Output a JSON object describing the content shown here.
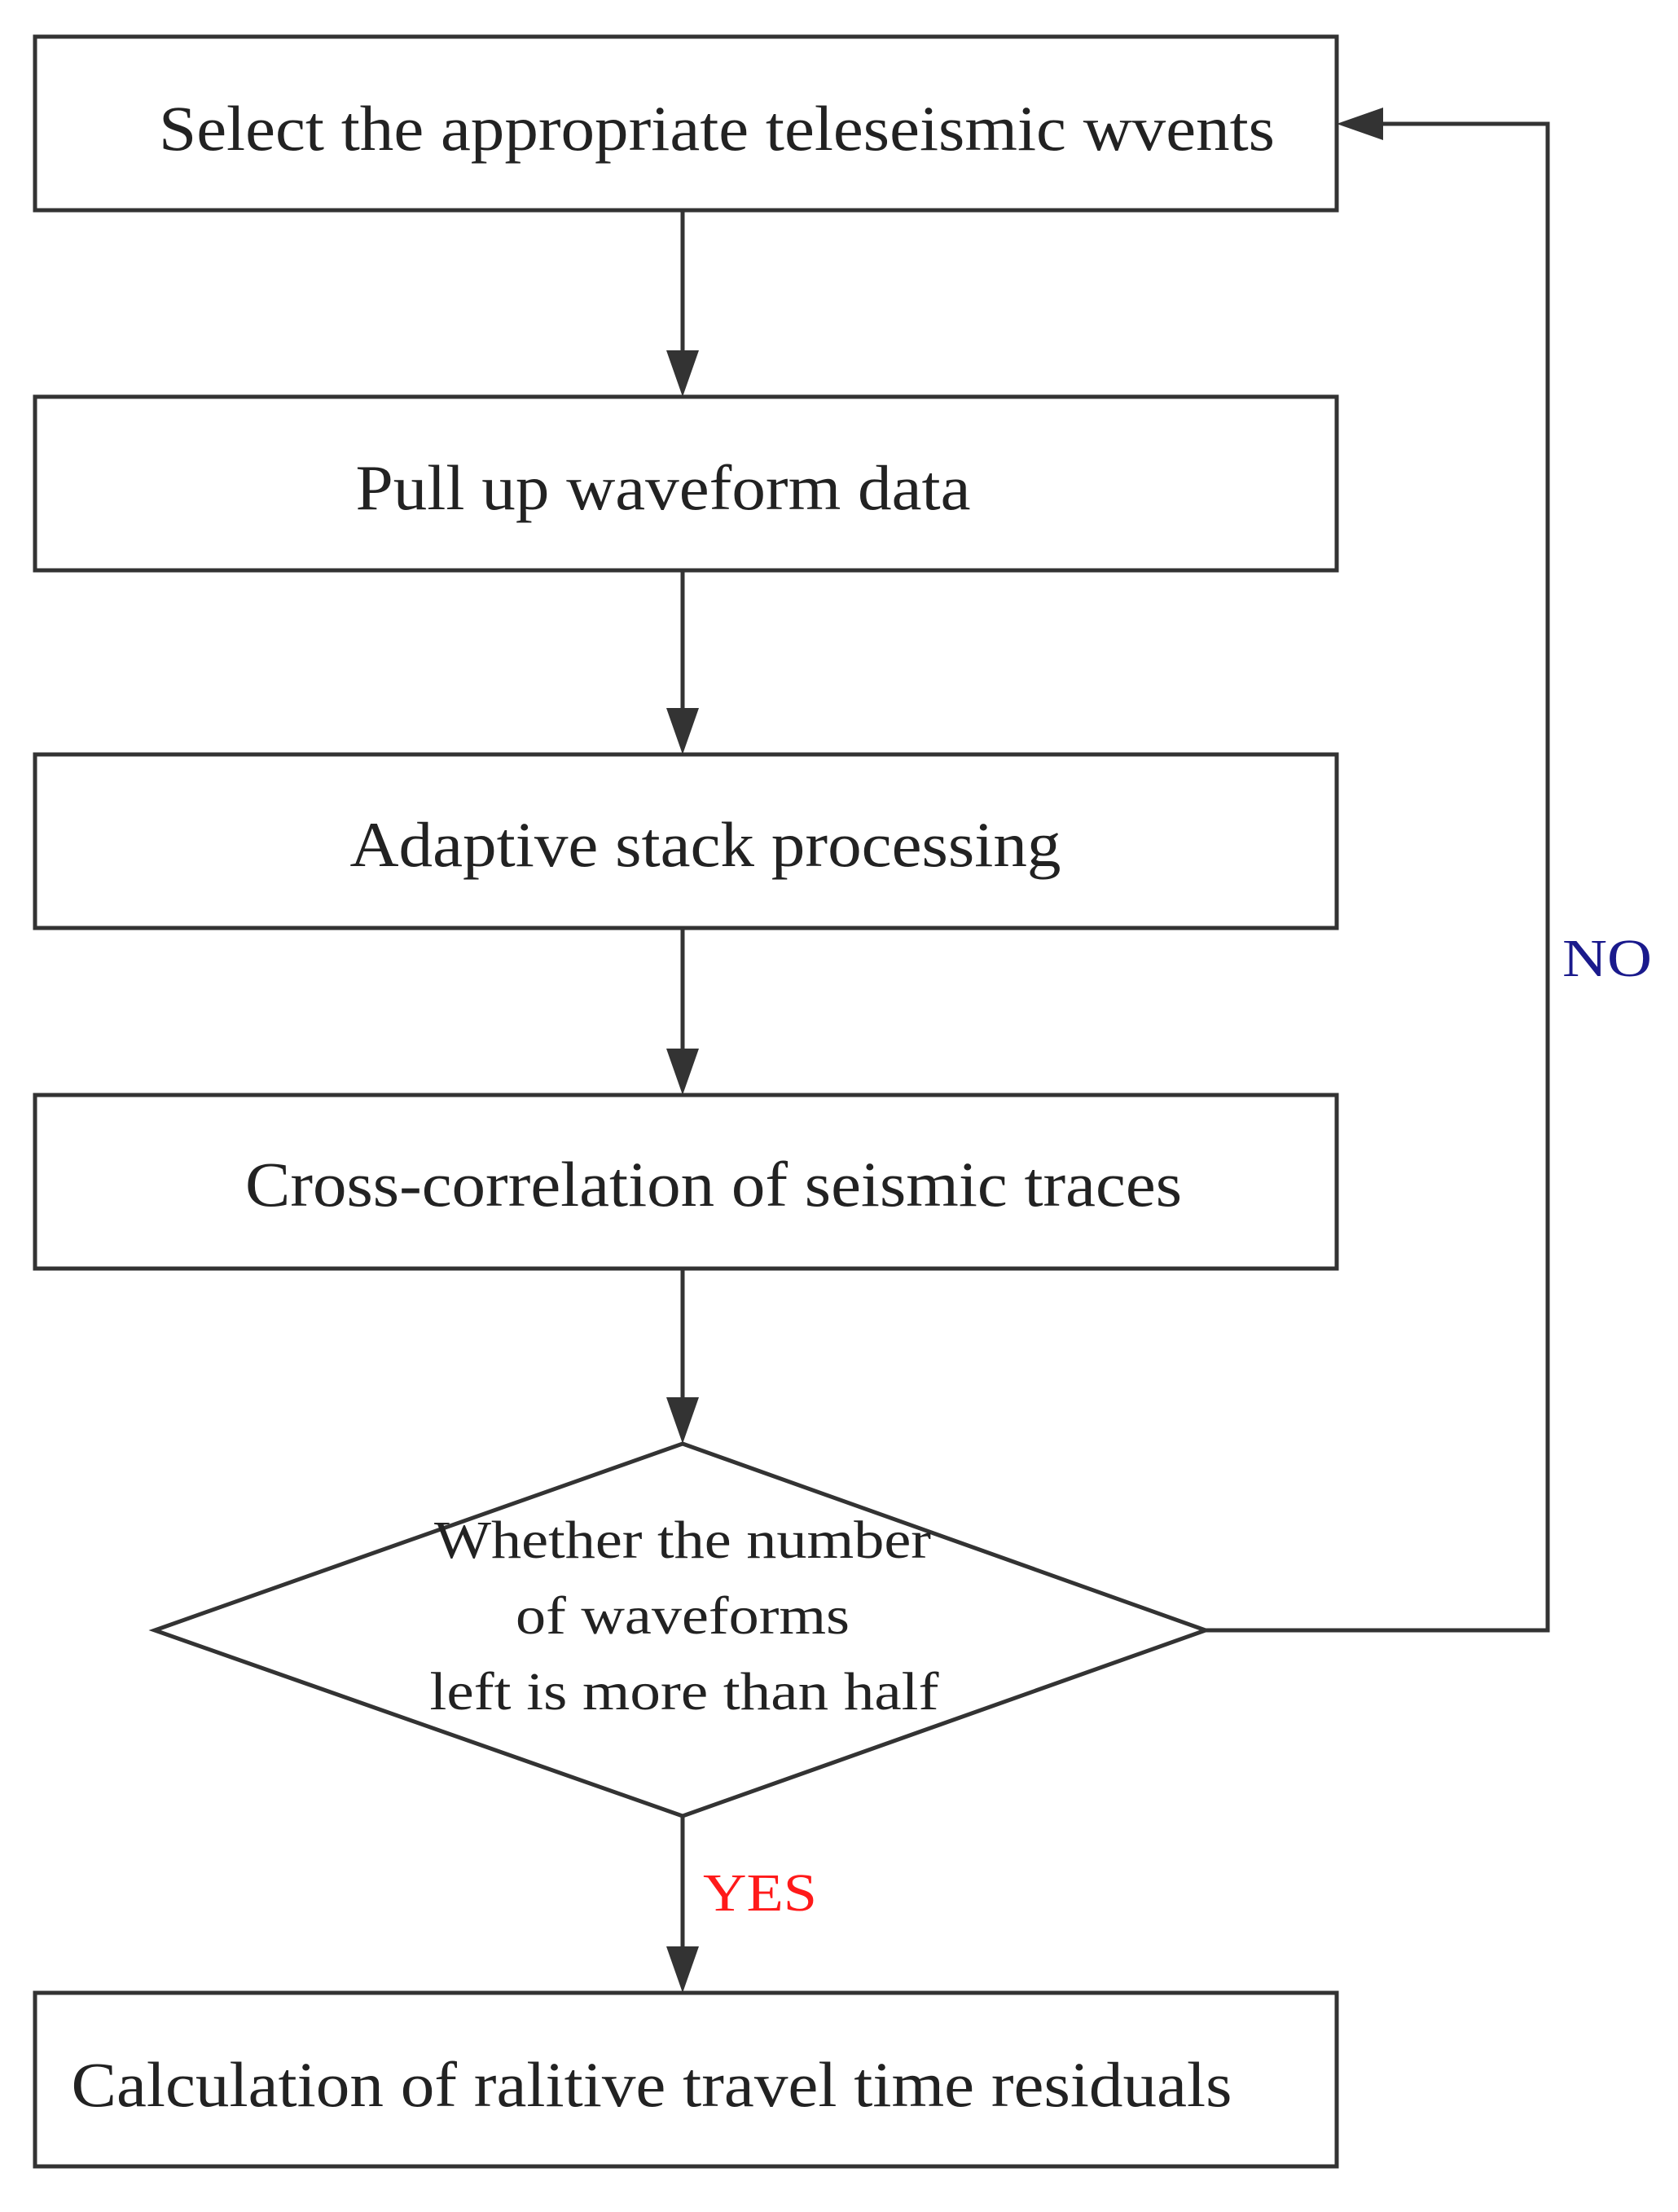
{
  "diagram": {
    "nodes": [
      {
        "id": "select-events",
        "label": "Select the appropriate teleseismic wvents"
      },
      {
        "id": "pull-waveform",
        "label": "Pull up waveform data"
      },
      {
        "id": "adaptive-stack",
        "label": "Adaptive stack processing"
      },
      {
        "id": "cross-correlation",
        "label": "Cross-correlation of seismic traces"
      },
      {
        "id": "decision",
        "lines": [
          "Whether the number",
          "of waveforms",
          "left is more than half"
        ]
      },
      {
        "id": "calculation",
        "label": "Calculation of ralitive travel time residuals"
      }
    ],
    "edge_labels": {
      "no": "NO",
      "yes": "YES"
    },
    "colors": {
      "stroke": "#333333",
      "text": "#222222",
      "no_label": "#1a1a8c",
      "yes_label": "#ff1a1a",
      "background": "#ffffff"
    }
  }
}
